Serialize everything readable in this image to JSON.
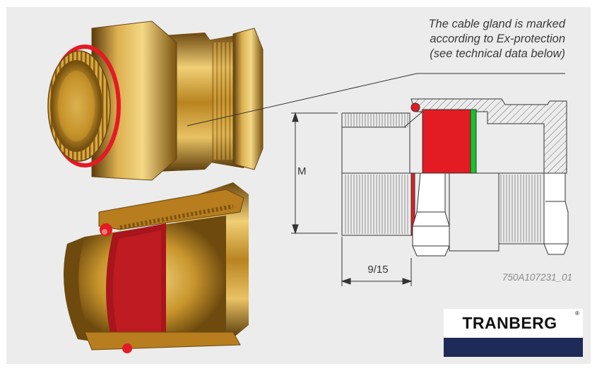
{
  "callout": {
    "text": "The cable gland is marked\naccording to Ex-protection\n(see technical data below)"
  },
  "drawing": {
    "dimension_m": "M",
    "dimension_thread": "9/15",
    "part_number": "750A107231_01"
  },
  "logo": {
    "brand": "TRANBERG",
    "registered_mark": "®"
  },
  "colors": {
    "background_panel": "#ececec",
    "brass": "#c9962b",
    "seal_red": "#e31b23",
    "gasket_green": "#19c12b",
    "logo_navy": "#1e2a57"
  }
}
